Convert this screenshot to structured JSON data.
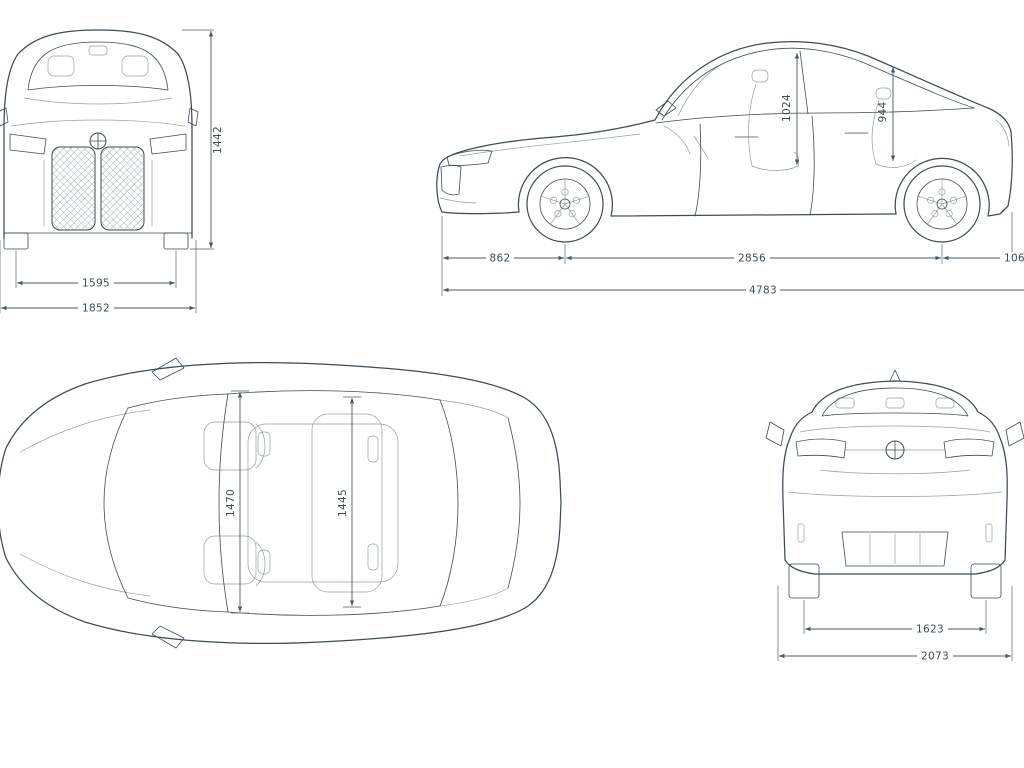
{
  "colors": {
    "line": "#3d4b58",
    "dim": "#4a5a64",
    "background": "#ffffff"
  },
  "front_view": {
    "height": "1442",
    "track_width": "1595",
    "overall_width": "1852"
  },
  "side_view": {
    "front_headroom": "1024",
    "rear_headroom": "944",
    "front_overhang": "862",
    "wheelbase": "2856",
    "rear_overhang_partial": "106",
    "overall_length": "4783"
  },
  "top_view": {
    "front_interior_width": "1470",
    "rear_interior_width": "1445"
  },
  "rear_view": {
    "rear_track": "1623",
    "overall_width_mirrors": "2073"
  }
}
